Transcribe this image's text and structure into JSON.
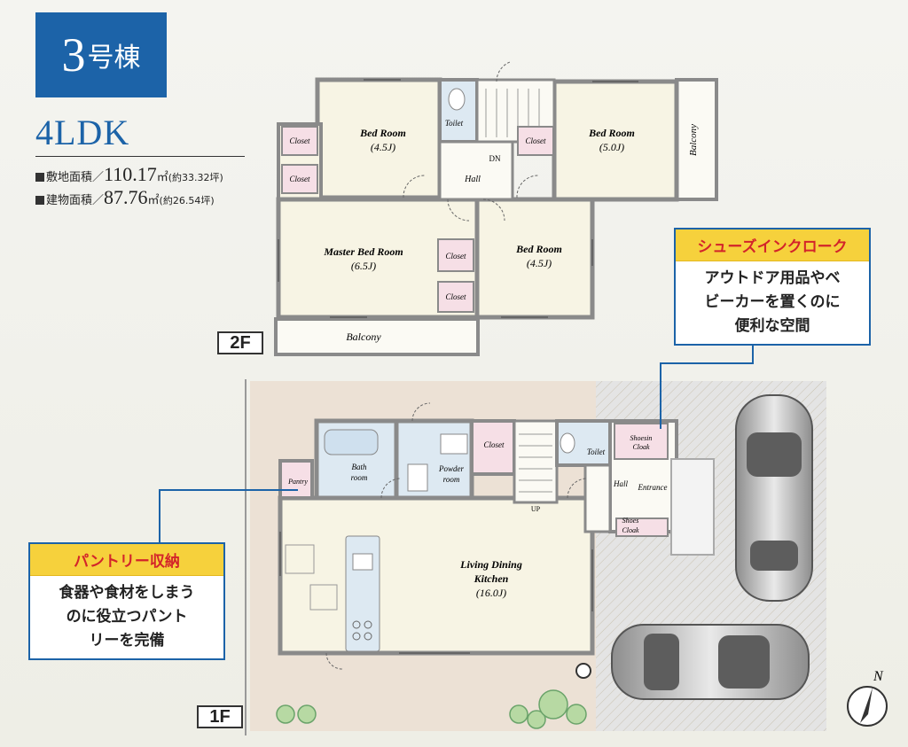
{
  "building": {
    "number": "3",
    "suffix": "号棟",
    "layout_type": "4LDK"
  },
  "areas": {
    "site": {
      "label": "敷地面積／",
      "value": "110.17",
      "unit": "㎡",
      "note": "(約33.32坪)"
    },
    "building": {
      "label": "建物面積／",
      "value": "87.76",
      "unit": "㎡",
      "note": "(約26.54坪)"
    }
  },
  "floor2": {
    "tag": "2F",
    "rooms": {
      "bed_nw": {
        "name": "Bed Room",
        "size": "(4.5J)"
      },
      "bed_ne": {
        "name": "Bed Room",
        "size": "(5.0J)"
      },
      "master": {
        "name": "Master Bed Room",
        "size": "(6.5J)"
      },
      "bed_se": {
        "name": "Bed Room",
        "size": "(4.5J)"
      },
      "toilet": "Toilet",
      "hall": "Hall",
      "stair_dn": "DN",
      "balcony_east": "Balcony",
      "balcony_south": "Balcony",
      "closet": "Closet"
    }
  },
  "floor1": {
    "tag": "1F",
    "rooms": {
      "bath": {
        "line1": "Bath",
        "line2": "room"
      },
      "powder": {
        "line1": "Powder",
        "line2": "room"
      },
      "closet": "Closet",
      "toilet": "Toilet",
      "shoesin": {
        "line1": "Shoesin",
        "line2": "Cloak"
      },
      "pantry": "Pantry",
      "hall": "Hall",
      "entrance": "Entrance",
      "shoes": {
        "line1": "Shoes",
        "line2": "Cloak"
      },
      "stair_up": "UP",
      "ldk": {
        "line1": "Living Dining",
        "line2": "Kitchen",
        "size": "(16.0J)"
      }
    }
  },
  "callouts": {
    "shoes": {
      "title": "シューズインクローク",
      "lines": [
        "アウトドア用品やベ",
        "ビーカーを置くのに",
        "便利な空間"
      ]
    },
    "pantry": {
      "title": "パントリー収納",
      "lines": [
        "食器や食材をしまう",
        "のに役立つパント",
        "リーを完備"
      ]
    }
  },
  "compass": {
    "label": "N"
  },
  "colors": {
    "accent_blue": "#1c63a8",
    "wall": "#8a8a8a",
    "room_fill": "#f7f4e4",
    "closet_fill": "#f6dfe6",
    "wet_fill": "#dde9f2",
    "site_fill": "#ece1d5",
    "header_yellow": "#f6d13c",
    "header_red": "#d3242a"
  }
}
